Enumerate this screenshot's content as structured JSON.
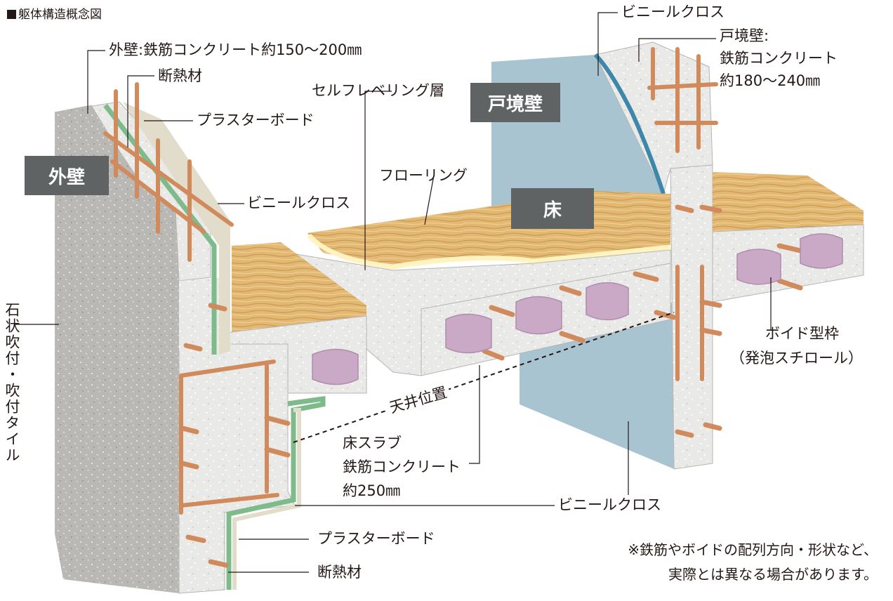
{
  "title": "躯体構造概念図",
  "tags": {
    "outer_wall": "外壁",
    "boundary_wall": "戸境壁",
    "floor": "床"
  },
  "labels": {
    "outer_wall_rc": "外壁:鉄筋コンクリート約150〜200㎜",
    "insulation_top": "断熱材",
    "plaster_board_top": "プラスターボード",
    "vinyl_cloth_left": "ビニールクロス",
    "self_leveling": "セルフレベリング層",
    "flooring": "フローリング",
    "vinyl_cloth_top": "ビニールクロス",
    "boundary_wall_line1": "戸境壁:",
    "boundary_wall_line2": "鉄筋コンクリート",
    "boundary_wall_line3": "約180〜240㎜",
    "void_form_line1": "ボイド型枠",
    "void_form_line2": "（発泡スチロール）",
    "ceiling_position": "天井位置",
    "slab_line1": "床スラブ",
    "slab_line2": "鉄筋コンクリート",
    "slab_line3": "約250㎜",
    "vinyl_cloth_bottom": "ビニールクロス",
    "plaster_board_bottom": "プラスターボード",
    "insulation_bottom": "断熱材",
    "stone_finish": "石状吹付・吹付タイル"
  },
  "note": {
    "line1": "※鉄筋やボイドの配列方向・形状など、",
    "line2": "実際とは異なる場合があります。"
  },
  "colors": {
    "tag_bg": "#5f6364",
    "concrete": "#e9e9e7",
    "stone": "#b9b8b5",
    "rebar": "#d08a5c",
    "wall_cloth": "#a8c4d1",
    "wood": "#e3b873",
    "insulation": "#7dbb8a",
    "void": "#c9a9c6"
  }
}
